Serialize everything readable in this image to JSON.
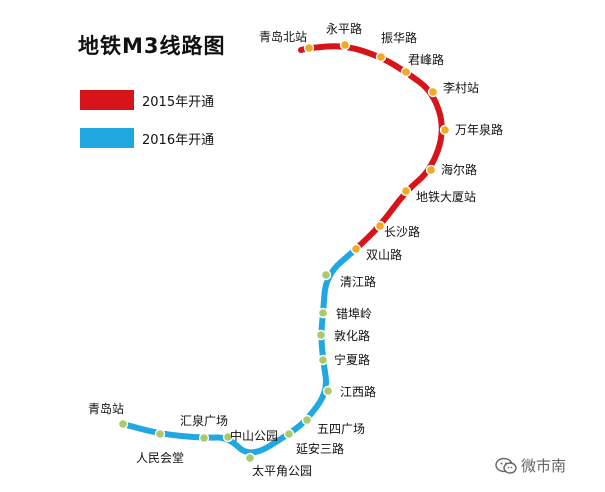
{
  "title": "地铁M3线路图",
  "legend": [
    {
      "label": "2015年开通",
      "color": "#d7141a"
    },
    {
      "label": "2016年开通",
      "color": "#22a8e0"
    }
  ],
  "stations": [
    {
      "name": "青岛北站"
    },
    {
      "name": "永平路"
    },
    {
      "name": "振华路"
    },
    {
      "name": "君峰路"
    },
    {
      "name": "李村站"
    },
    {
      "name": "万年泉路"
    },
    {
      "name": "海尔路"
    },
    {
      "name": "地铁大厦站"
    },
    {
      "name": "长沙路"
    },
    {
      "name": "双山路"
    },
    {
      "name": "清江路"
    },
    {
      "name": "错埠岭"
    },
    {
      "name": "敦化路"
    },
    {
      "name": "宁夏路"
    },
    {
      "name": "江西路"
    },
    {
      "name": "五四广场"
    },
    {
      "name": "延安三路"
    },
    {
      "name": "太平角公园"
    },
    {
      "name": "中山公园"
    },
    {
      "name": "汇泉广场"
    },
    {
      "name": "人民会堂"
    },
    {
      "name": "青岛站"
    }
  ],
  "colors": {
    "line_2015": "#d7141a",
    "line_2016": "#22a8e0",
    "station_fill_2015": "#f5a623",
    "station_fill_2016": "#a9c96b"
  },
  "watermark": {
    "text": "微市南",
    "icon": "wechat-icon"
  }
}
